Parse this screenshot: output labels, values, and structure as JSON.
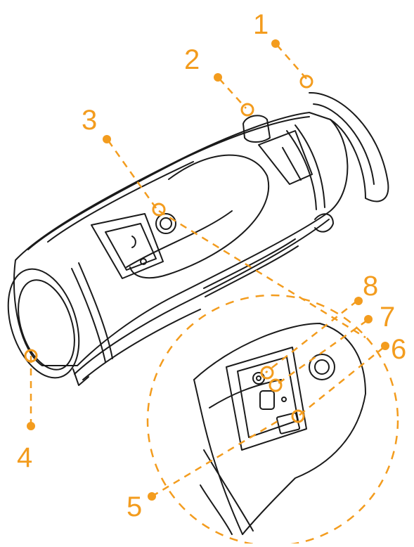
{
  "diagram": {
    "colors": {
      "accent": "#F39C1E",
      "line": "#1a1a1a",
      "fill": "#ffffff"
    },
    "callouts": [
      {
        "id": "1",
        "label": "1"
      },
      {
        "id": "2",
        "label": "2"
      },
      {
        "id": "3",
        "label": "3"
      },
      {
        "id": "4",
        "label": "4"
      },
      {
        "id": "5",
        "label": "5"
      },
      {
        "id": "6",
        "label": "6"
      },
      {
        "id": "7",
        "label": "7"
      },
      {
        "id": "8",
        "label": "8"
      }
    ]
  }
}
